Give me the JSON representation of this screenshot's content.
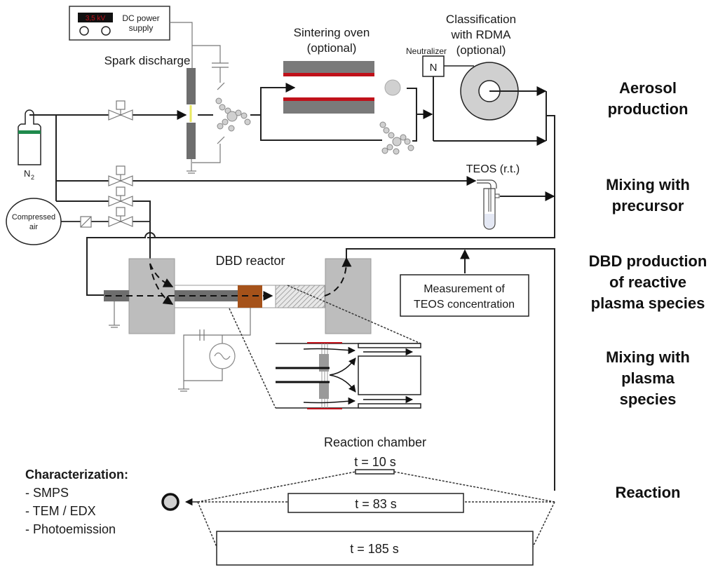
{
  "power_supply": {
    "display": "3,5 kV",
    "label_line1": "DC power",
    "label_line2": "supply"
  },
  "spark": {
    "label": "Spark discharge"
  },
  "gas": {
    "label": "N",
    "subscript": "2"
  },
  "oven": {
    "label_line1": "Sintering oven",
    "label_line2": "(optional)"
  },
  "classification": {
    "label_line1": "Classification",
    "label_line2": "with RDMA",
    "label_line3": "(optional)",
    "neutralizer_label": "Neutralizer",
    "neutralizer_symbol": "N"
  },
  "teos": {
    "label": "TEOS (r.t.)"
  },
  "compressed_air": {
    "label_line1": "Compressed",
    "label_line2": "air"
  },
  "dbd": {
    "label": "DBD reactor"
  },
  "measurement": {
    "label_line1": "Measurement of",
    "label_line2": "TEOS concentration"
  },
  "reaction_chamber": {
    "label": "Reaction chamber",
    "times": [
      "t = 10 s",
      "t = 83 s",
      "t = 185 s"
    ]
  },
  "characterization": {
    "title": "Characterization:",
    "items": [
      "- SMPS",
      "- TEM / EDX",
      "- Photoemission"
    ]
  },
  "stages": [
    {
      "line1": "Aerosol",
      "line2": "production"
    },
    {
      "line1": "Mixing with",
      "line2": "precursor"
    },
    {
      "line1": "DBD production",
      "line2": "of reactive",
      "line3": "plasma species"
    },
    {
      "line1": "Mixing with",
      "line2": "plasma",
      "line3": "species"
    },
    {
      "line1": "Reaction"
    }
  ],
  "colors": {
    "heater": "#c0111a",
    "electrode": "#7a7a7a",
    "electrode_block": "#bdbdbd",
    "dbd_electrode": "#a5521a",
    "gas_band": "#1f8a4c",
    "particle": "#d0d0d0"
  }
}
